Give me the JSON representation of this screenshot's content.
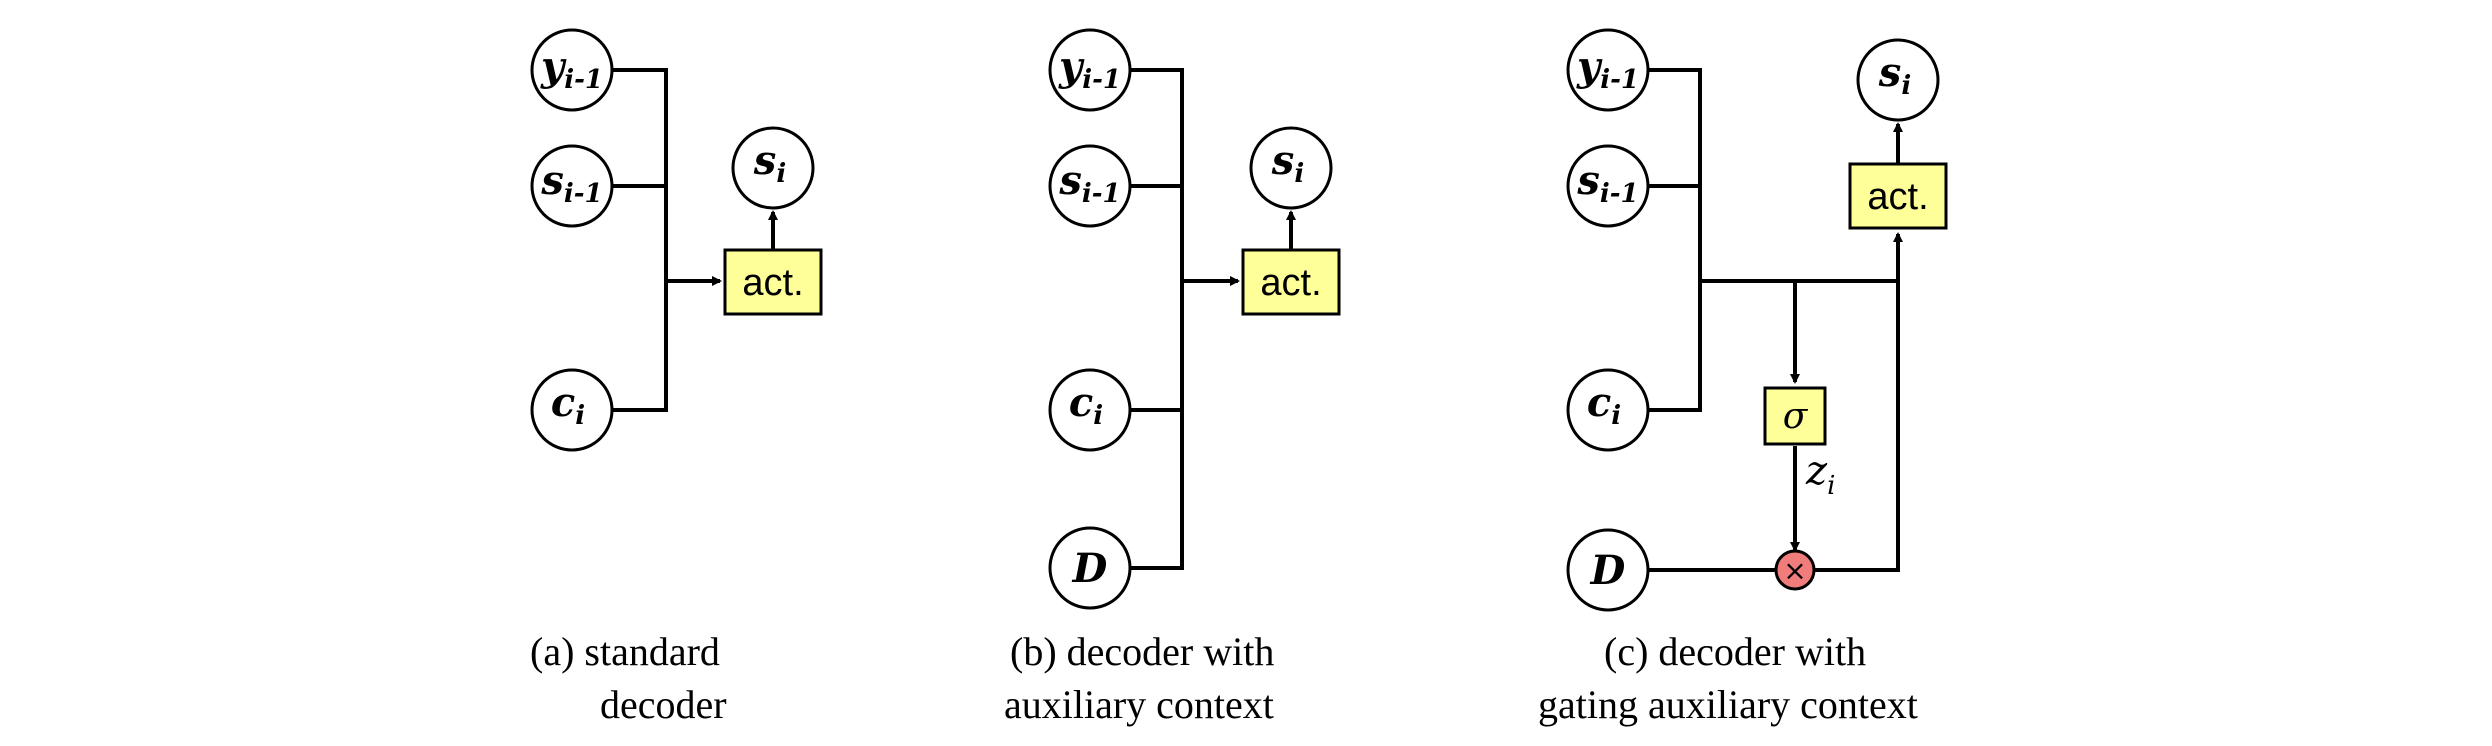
{
  "panels": [
    {
      "id": "a",
      "nodes": {
        "y": {
          "base": "y",
          "sub": "i-1"
        },
        "s_prev": {
          "base": "s",
          "sub": "i-1"
        },
        "c": {
          "base": "c",
          "sub": "i"
        },
        "s_out": {
          "base": "s",
          "sub": "i"
        }
      },
      "act_label": "act.",
      "caption": [
        "(a)  standard",
        "decoder"
      ]
    },
    {
      "id": "b",
      "nodes": {
        "y": {
          "base": "y",
          "sub": "i-1"
        },
        "s_prev": {
          "base": "s",
          "sub": "i-1"
        },
        "c": {
          "base": "c",
          "sub": "i"
        },
        "d": {
          "base": "D",
          "sub": ""
        },
        "s_out": {
          "base": "s",
          "sub": "i"
        }
      },
      "act_label": "act.",
      "caption": [
        "(b) decoder with",
        "auxiliary context"
      ]
    },
    {
      "id": "c",
      "nodes": {
        "y": {
          "base": "y",
          "sub": "i-1"
        },
        "s_prev": {
          "base": "s",
          "sub": "i-1"
        },
        "c": {
          "base": "c",
          "sub": "i"
        },
        "d": {
          "base": "D",
          "sub": ""
        },
        "s_out": {
          "base": "s",
          "sub": "i"
        }
      },
      "act_label": "act.",
      "sigma_label": "σ",
      "gate_label": {
        "base": "z",
        "sub": "i"
      },
      "mult_symbol": "×",
      "caption": [
        "(c) decoder with",
        "gating auxiliary context"
      ]
    }
  ],
  "colors": {
    "box_fill": "#ffff99",
    "mult_fill": "#f07c7c",
    "line": "#000000"
  }
}
